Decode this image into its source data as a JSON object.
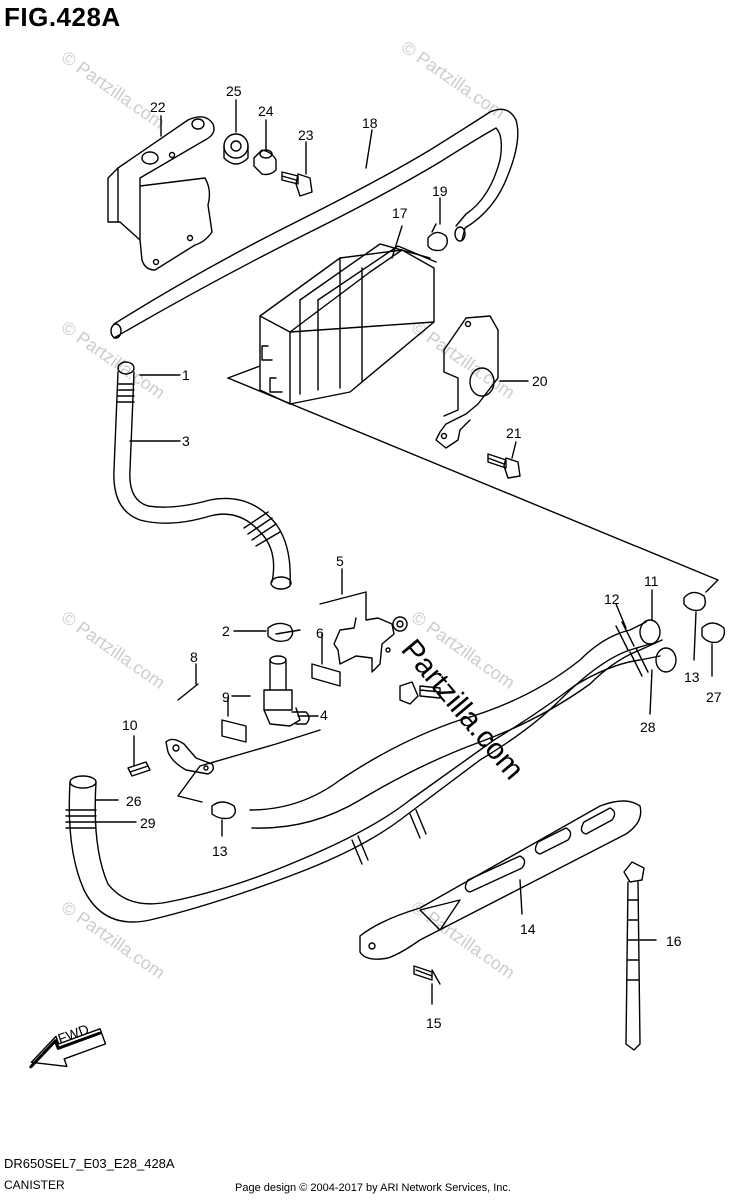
{
  "figure": {
    "title": "FIG.428A",
    "model_code": "DR650SEL7_E03_E28_428A",
    "name": "CANISTER",
    "copyright": "Page design © 2004-2017 by ARI Network Services, Inc."
  },
  "callouts": [
    "1",
    "2",
    "3",
    "4",
    "5",
    "6",
    "8",
    "9",
    "10",
    "11",
    "12",
    "13",
    "13",
    "14",
    "15",
    "16",
    "17",
    "18",
    "19",
    "20",
    "21",
    "22",
    "23",
    "24",
    "25",
    "26",
    "27",
    "28",
    "29"
  ],
  "watermark": {
    "text": "© Partzilla.com",
    "brand": "Partzilla.com"
  },
  "fwd_label": "FWD",
  "colors": {
    "line": "#000000",
    "watermark": "#cccccc"
  }
}
